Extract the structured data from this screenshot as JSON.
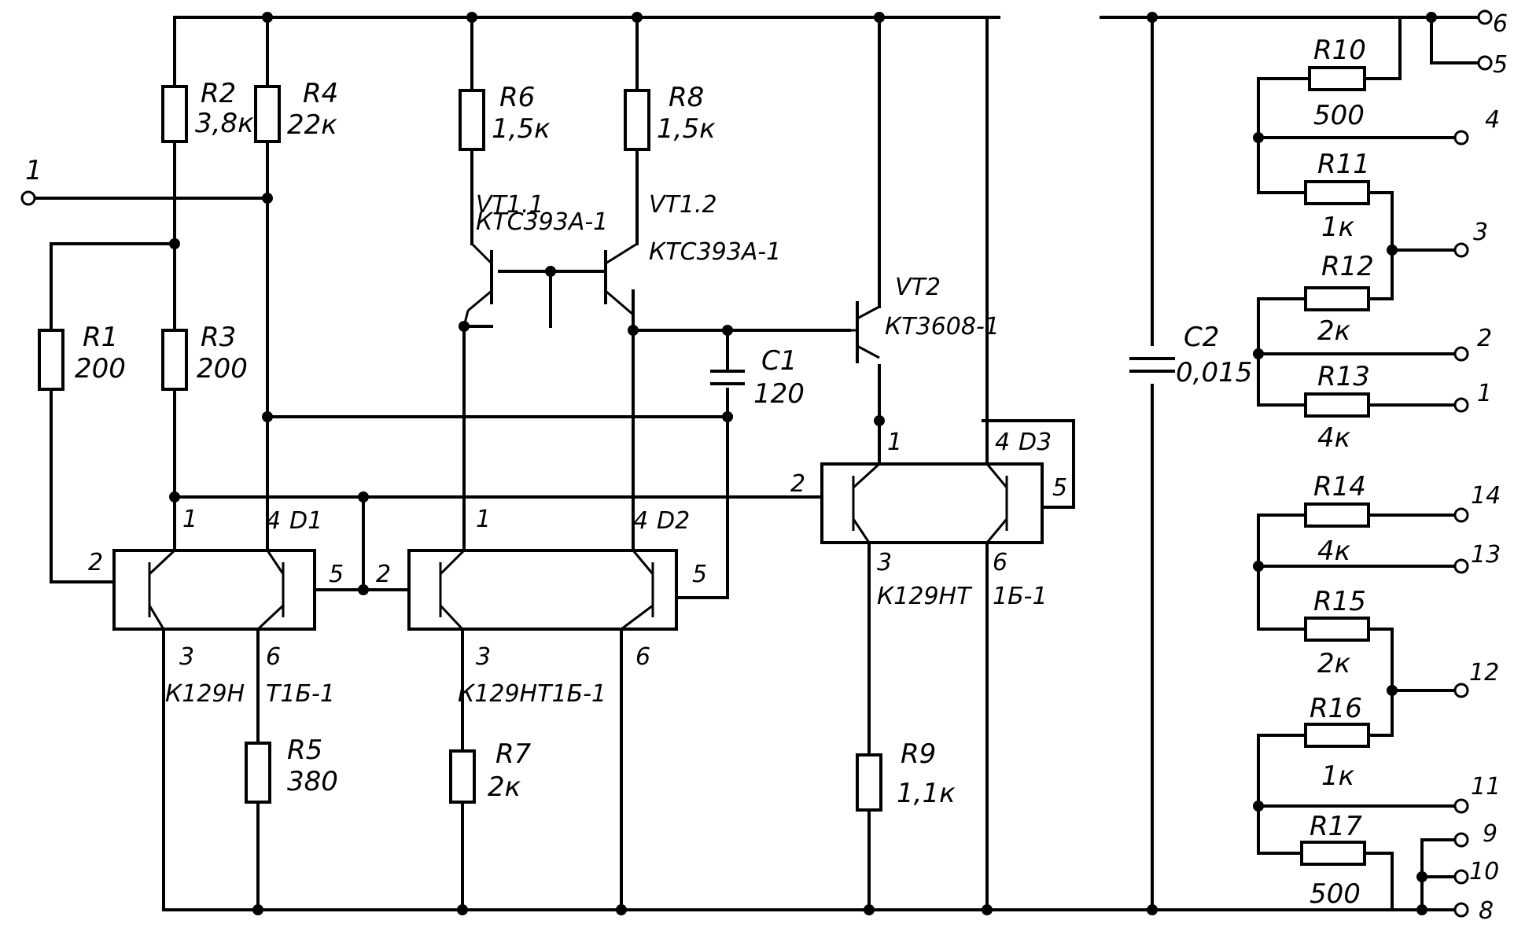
{
  "resistors": {
    "r1": {
      "name": "R1",
      "value": "200"
    },
    "r2": {
      "name": "R2",
      "value": "3,8к"
    },
    "r3": {
      "name": "R3",
      "value": "200"
    },
    "r4": {
      "name": "R4",
      "value": "22к"
    },
    "r5": {
      "name": "R5",
      "value": "380"
    },
    "r6": {
      "name": "R6",
      "value": "1,5к"
    },
    "r7": {
      "name": "R7",
      "value": "2к"
    },
    "r8": {
      "name": "R8",
      "value": "1,5к"
    },
    "r9": {
      "name": "R9",
      "value": "1,1к"
    },
    "r10": {
      "name": "R10",
      "value": "500"
    },
    "r11": {
      "name": "R11",
      "value": "1к"
    },
    "r12": {
      "name": "R12",
      "value": "2к"
    },
    "r13": {
      "name": "R13",
      "value": "4к"
    },
    "r14": {
      "name": "R14",
      "value": "4к"
    },
    "r15": {
      "name": "R15",
      "value": "2к"
    },
    "r16": {
      "name": "R16",
      "value": "1к"
    },
    "r17": {
      "name": "R17",
      "value": "500"
    }
  },
  "capacitors": {
    "c1": {
      "name": "C1",
      "value": "120"
    },
    "c2": {
      "name": "C2",
      "value": "0,015"
    }
  },
  "transistors": {
    "vt11": {
      "name": "VT1.1",
      "type": "КТС393А-1"
    },
    "vt12": {
      "name": "VT1.2",
      "type": "КТС393А-1"
    },
    "vt2": {
      "name": "VT2",
      "type": "КТ3608-1"
    }
  },
  "chips": {
    "d1": {
      "name": "D1",
      "type_a": "К129Н",
      "type_b": "Т1Б-1",
      "pins": {
        "p1": "1",
        "p2": "2",
        "p3": "3",
        "p4": "4",
        "p5": "5",
        "p6": "6"
      }
    },
    "d2": {
      "name": "D2",
      "type": "К129НТ1Б-1",
      "pins": {
        "p1": "1",
        "p2": "2",
        "p3": "3",
        "p4": "4",
        "p5": "5",
        "p6": "6"
      }
    },
    "d3": {
      "name": "D3",
      "type_a": "К129НТ",
      "type_b": "1Б-1",
      "pins": {
        "p1": "1",
        "p2": "2",
        "p3": "3",
        "p4": "4",
        "p5": "5",
        "p6": "6"
      }
    }
  },
  "terminals": {
    "t_in": "1",
    "t1": "1",
    "t2": "2",
    "t3": "3",
    "t4": "4",
    "t5": "5",
    "t6": "6",
    "t8": "8",
    "t9": "9",
    "t10": "10",
    "t11": "11",
    "t12": "12",
    "t13": "13",
    "t14": "14"
  }
}
